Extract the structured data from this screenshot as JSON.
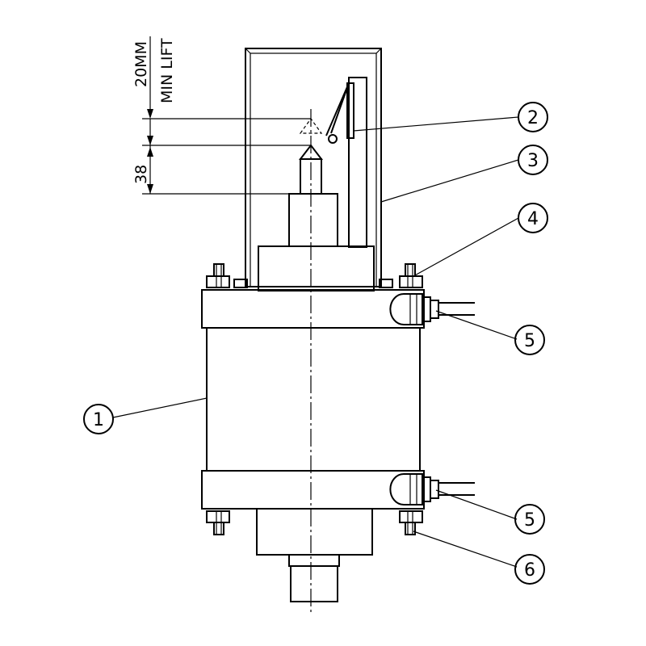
{
  "dimensions": {
    "lift_line1": "20MM",
    "lift_line2": "MIN LIFT",
    "stroke": "38"
  },
  "callouts": [
    {
      "id": "callout-1",
      "label": "1"
    },
    {
      "id": "callout-2",
      "label": "2"
    },
    {
      "id": "callout-3",
      "label": "3"
    },
    {
      "id": "callout-4",
      "label": "4"
    },
    {
      "id": "callout-5a",
      "label": "5"
    },
    {
      "id": "callout-5b",
      "label": "5"
    },
    {
      "id": "callout-6",
      "label": "6"
    }
  ]
}
